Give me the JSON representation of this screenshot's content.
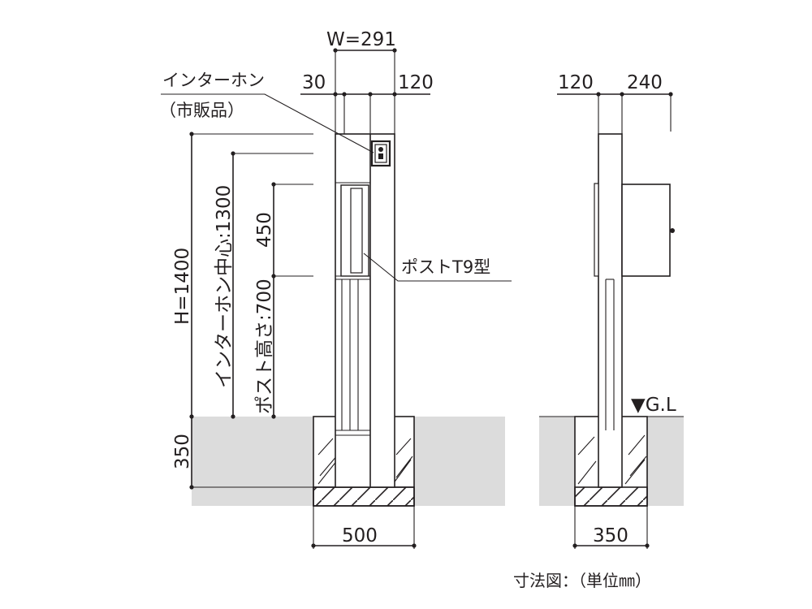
{
  "front": {
    "width_dim": "W=291",
    "left_dim": "30",
    "right_dim": "120",
    "intercom_label_1": "インターホン",
    "intercom_label_2": "（市販品）",
    "height_dim": "H=1400",
    "intercom_center_dim": "インターホン中心:1300",
    "post_height_dim": "ポスト高さ:700",
    "post_dim": "450",
    "post_label": "ポストT9型",
    "depth_dim": "350",
    "base_width_dim": "500"
  },
  "side": {
    "left_dim": "120",
    "right_dim": "240",
    "gl_label": "▼G.L",
    "base_width_dim": "350"
  },
  "footnote": "寸法図：（単位㎜）",
  "colors": {
    "line": "#231f20",
    "ground": "#dcdcdc",
    "background": "#ffffff"
  }
}
